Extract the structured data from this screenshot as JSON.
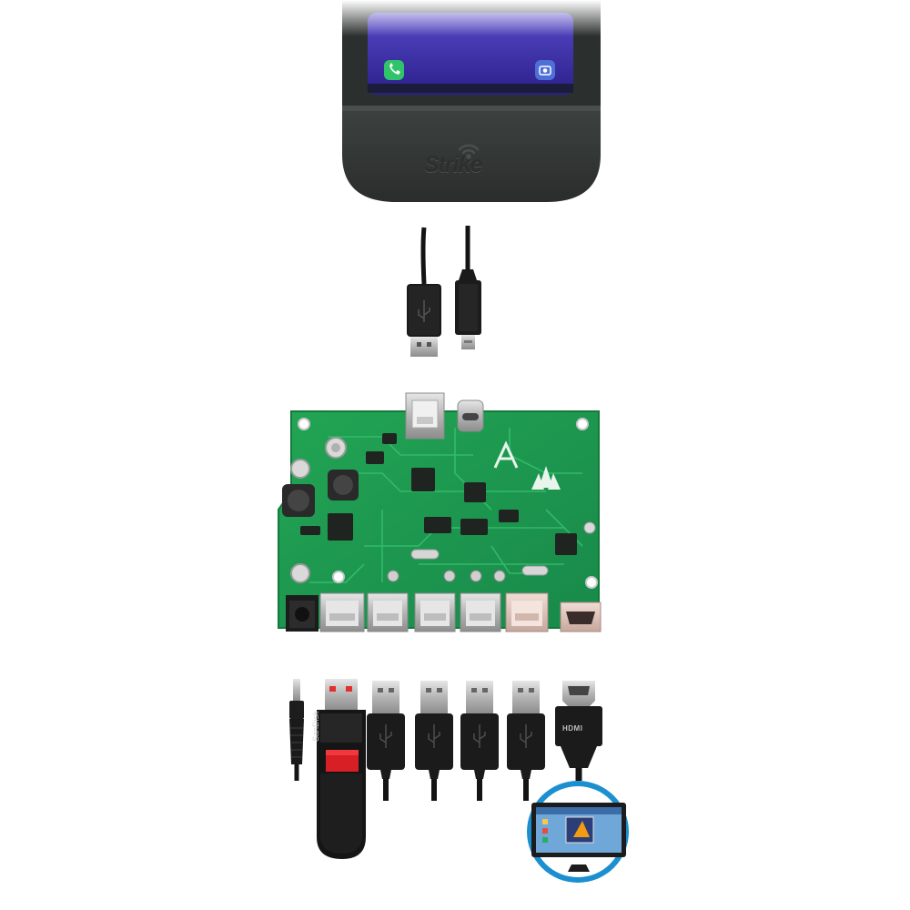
{
  "phone_dock": {
    "brand": "Strike",
    "icons": [
      "phone-call-icon",
      "camera-icon",
      "wifi-signal-icon"
    ],
    "colors": {
      "body": "#3a3e3c",
      "screen": "#3c2ea8"
    }
  },
  "cables_top": [
    "usb-a-plug",
    "micro-usb-plug"
  ],
  "board": {
    "color": "#1e9e50",
    "ports": [
      "usb-a-port",
      "usb-c-port",
      "usb-a-port",
      "usb-a-port",
      "usb-a-port",
      "usb-a-port",
      "usb-a-port",
      "hdmi-port",
      "dc-power-jack"
    ]
  },
  "peripherals": {
    "flash_drive_brand": "SanDisk",
    "hdmi_plug_label": "HDMI",
    "items": [
      "dc-barrel-plug",
      "usb-flash-drive",
      "usb-a-cable",
      "usb-a-cable",
      "usb-a-cable",
      "usb-a-cable",
      "hdmi-cable",
      "monitor-icon"
    ]
  }
}
